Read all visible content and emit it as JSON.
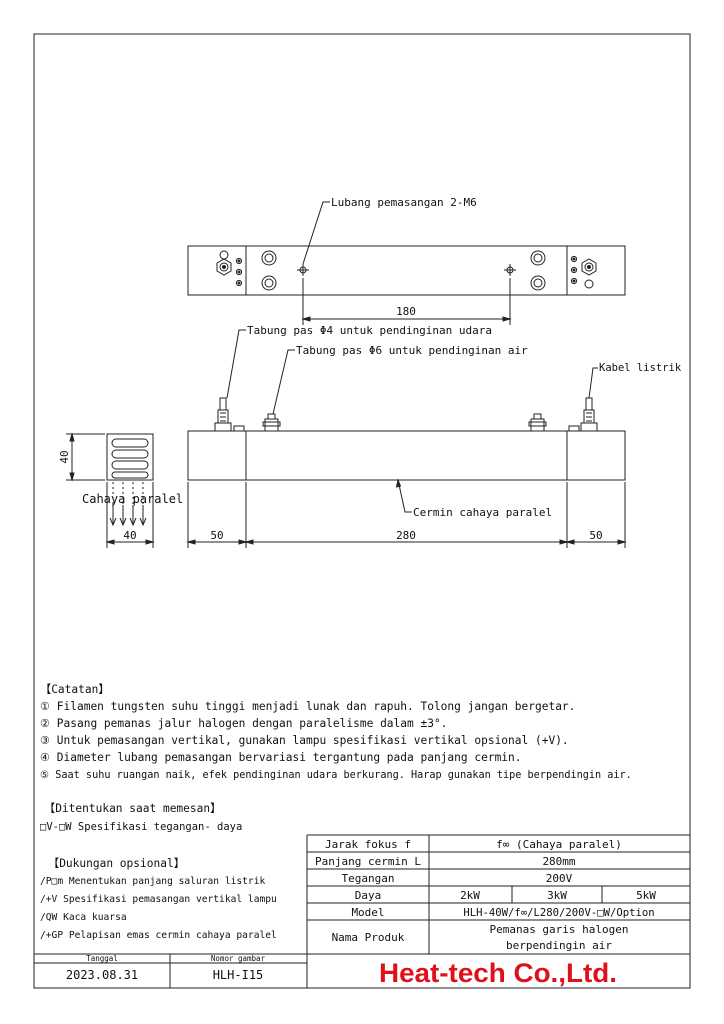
{
  "drawing": {
    "top_view": {
      "callout_mount": "Lubang pemasangan 2-M6",
      "dim_spacing": "180"
    },
    "front_view": {
      "callout_air_tube": "Tabung pas Φ4 untuk pendinginan udara",
      "callout_water_tube": "Tabung pas Φ6  untuk pendinginan air",
      "callout_cable": "Kabel listrik",
      "callout_mirror": "Cermin cahaya paralel",
      "dim_left": "50",
      "dim_center": "280",
      "dim_right": "50"
    },
    "side_view": {
      "dim_height": "40",
      "dim_width": "40",
      "label_light": "Cahaya paralel"
    }
  },
  "notes": {
    "heading": "【Catatan】",
    "items": [
      "① Filamen tungsten suhu tinggi menjadi lunak dan rapuh. Tolong jangan bergetar.",
      "② Pasang pemanas jalur halogen dengan paralelisme dalam ±3°.",
      "③ Untuk pemasangan vertikal, gunakan lampu spesifikasi vertikal opsional (+V).",
      "④ Diameter lubang pemasangan bervariasi tergantung pada panjang cermin.",
      "⑤ Saat suhu ruangan naik, efek pendinginan udara berkurang. Harap gunakan tipe berpendingin air."
    ]
  },
  "ordering": {
    "heading": "【Ditentukan saat memesan】",
    "line": "□V-□W Spesifikasi tegangan- daya"
  },
  "options": {
    "heading": "【Dukungan opsional】",
    "items": [
      "/P□m Menentukan panjang saluran listrik",
      "/+V  Spesifikasi pemasangan vertikal lampu",
      "/QW  Kaca kuarsa",
      "/+GP  Pelapisan emas cermin cahaya paralel"
    ]
  },
  "spec_table": {
    "focal_label": "Jarak fokus f",
    "focal_value": "f∞ (Cahaya paralel)",
    "length_label": "Panjang cermin L",
    "length_value": "280mm",
    "voltage_label": "Tegangan",
    "voltage_value": "200V",
    "power_label": "Daya",
    "power_values": [
      "2kW",
      "3kW",
      "5kW"
    ],
    "model_label": "Model",
    "model_value": "HLH-40W/f∞/L280/200V-□W/Option",
    "product_label": "Nama Produk",
    "product_value_line1": "Pemanas garis halogen",
    "product_value_line2": "berpendingin air"
  },
  "title_block": {
    "date_label": "Tanggal",
    "date_value": "2023.08.31",
    "drawing_no_label": "Nomor gambar",
    "drawing_no_value": "HLH-I15",
    "company": "Heat-tech Co.,Ltd."
  }
}
